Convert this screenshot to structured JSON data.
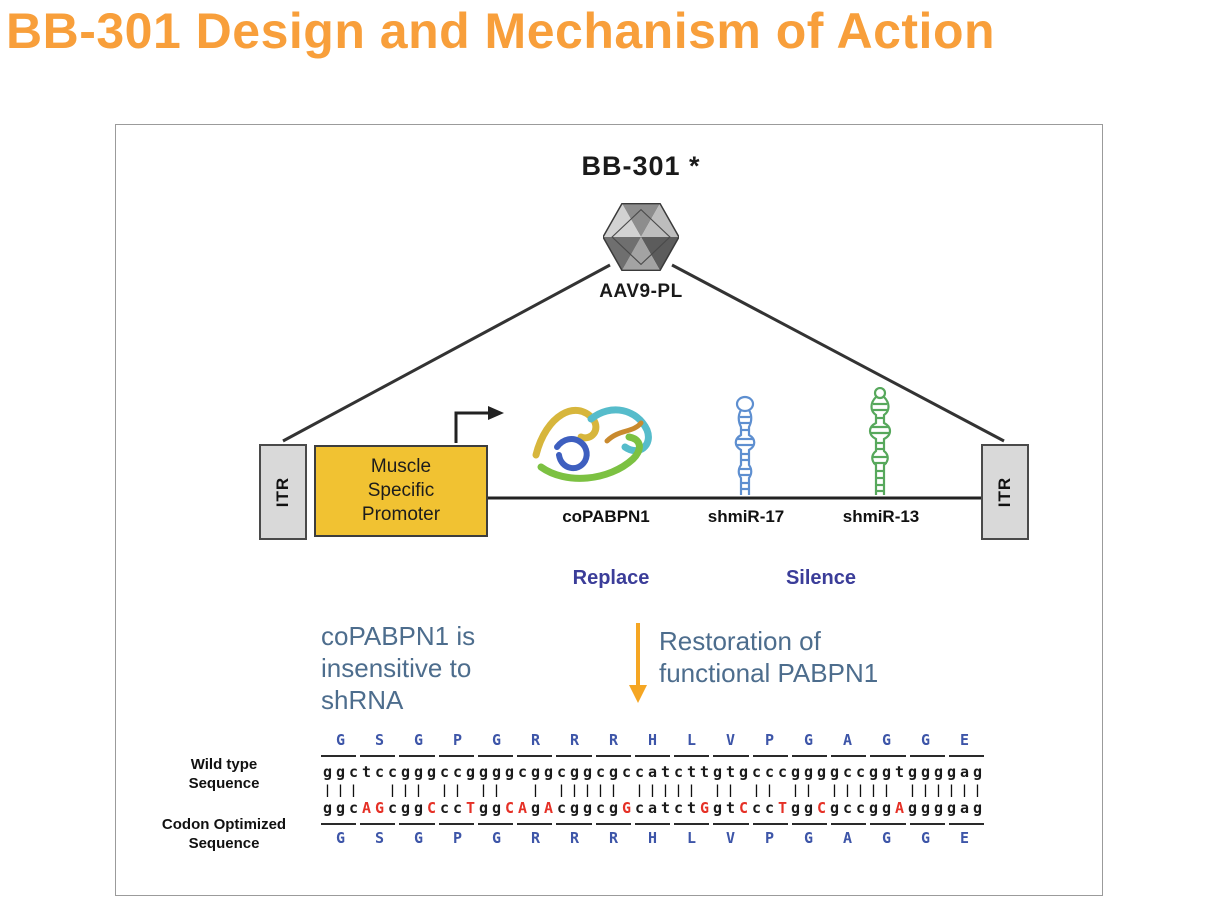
{
  "title": "BB-301 Design and Mechanism of Action",
  "figure": {
    "construct_name": "BB-301 *",
    "capsid_label": "AAV9-PL",
    "itr_label_left": "ITR",
    "itr_label_right": "ITR",
    "promoter_lines": [
      "Muscle",
      "Specific",
      "Promoter"
    ],
    "copabpn1_label": "coPABPN1",
    "shmir17_label": "shmiR-17",
    "shmir13_label": "shmiR-13",
    "replace_label": "Replace",
    "silence_label": "Silence",
    "left_note_lines": [
      "coPABPN1 is",
      "insensitive to",
      "shRNA"
    ],
    "right_note_lines": [
      "Restoration of",
      "functional PABPN1"
    ]
  },
  "alignment": {
    "wild_type_label_lines": [
      "Wild type",
      "Sequence"
    ],
    "codon_optimized_label_lines": [
      "Codon Optimized",
      "Sequence"
    ],
    "amino_acids": [
      "G",
      "S",
      "G",
      "P",
      "G",
      "R",
      "R",
      "R",
      "H",
      "L",
      "V",
      "P",
      "G",
      "A",
      "G",
      "G",
      "E"
    ],
    "wild_type_sequence": "ggctccgggccggggcggcggcgccatcttgtgcccggggccggtggggag",
    "codon_optimized_sequence": "ggcAGcggCccTggCAgAcggcgGcatctGgtCccTggCgccggAggggag",
    "match_line": "|||  ||| || ||  | ||||| ||||| || || || ||||| ||||||"
  },
  "colors": {
    "title_orange": "#F89F3B",
    "arrow_orange": "#F5A623",
    "navy": "#3B3D99",
    "slate": "#4D6D8D",
    "aa_blue": "#3D55A8",
    "mutation_red": "#E53026",
    "promoter_yellow": "#F1C232"
  }
}
